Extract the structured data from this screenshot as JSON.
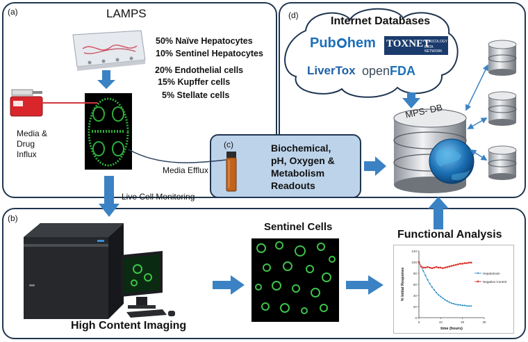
{
  "panel_a": {
    "label": "(a)",
    "title": "LAMPS",
    "composition": [
      "50% Naïve Hepatocytes",
      "10% Sentinel Hepatocytes",
      "20% Endothelial cells",
      "15% Kupffer cells",
      "5% Stellate cells"
    ],
    "media_line1": "Media &",
    "media_line2": "Drug",
    "media_line3": "Influx",
    "media_efflux": "Media Efflux",
    "live_cell": "Live Cell Monitoring"
  },
  "panel_c": {
    "label": "(c)",
    "line1": "Biochemical,",
    "line2": "pH, Oxygen &",
    "line3": "Metabolism",
    "line4": "Readouts"
  },
  "panel_d": {
    "label": "(d)",
    "title": "Internet Databases",
    "db_pubchem_a": "Pub",
    "db_pubchem_b": "hem",
    "db_toxnet": "TOXNET",
    "db_toxnet_sub1": "TOXICOLOGY",
    "db_toxnet_sub2": "DATA NETWORK",
    "db_livertox": "LiverTox",
    "db_openfda_a": "open",
    "db_openfda_b": "FDA",
    "mps_db": "MPS- DB"
  },
  "panel_b": {
    "label": "(b)",
    "high_content": "High Content Imaging",
    "sentinel": "Sentinel Cells",
    "functional": "Functional Analysis"
  },
  "colors": {
    "border": "#1f3550",
    "arrow": "#3b82c4",
    "panel_c_fill": "#bcd3ea",
    "hepatotoxin": "#2b8fc7",
    "negative_control": "#d9302b",
    "cell_green": "#3ec24a"
  },
  "chart_data": {
    "type": "line",
    "ylabel": "% Initial Response",
    "xlabel": "time (hours)",
    "xlim": [
      0,
      30
    ],
    "ylim": [
      0,
      120
    ],
    "xticks": [
      0,
      10,
      20,
      30
    ],
    "yticks": [
      0,
      20,
      40,
      60,
      80,
      100,
      120
    ],
    "legend_position": "right",
    "series": [
      {
        "name": "Hepatotoxin",
        "color": "#2b8fc7",
        "x": [
          0,
          1,
          2,
          3,
          4,
          5,
          6,
          7,
          8,
          9,
          10,
          11,
          12,
          13,
          14,
          15,
          16,
          17,
          18,
          19,
          20,
          21,
          22,
          23,
          24
        ],
        "y": [
          100,
          92,
          84,
          76,
          68,
          61,
          55,
          50,
          45,
          41,
          38,
          35,
          32,
          30,
          28,
          26,
          25,
          24,
          23,
          23,
          22,
          22,
          21,
          21,
          21
        ]
      },
      {
        "name": "Negative Control",
        "color": "#d9302b",
        "x": [
          0,
          1,
          2,
          3,
          4,
          5,
          6,
          7,
          8,
          9,
          10,
          11,
          12,
          13,
          14,
          15,
          16,
          17,
          18,
          19,
          20,
          21,
          22,
          23,
          24
        ],
        "y": [
          100,
          92,
          90,
          90,
          91,
          90,
          89,
          90,
          91,
          90,
          90,
          89,
          90,
          91,
          92,
          93,
          94,
          95,
          96,
          97,
          97,
          98,
          98,
          99,
          99
        ]
      }
    ]
  }
}
